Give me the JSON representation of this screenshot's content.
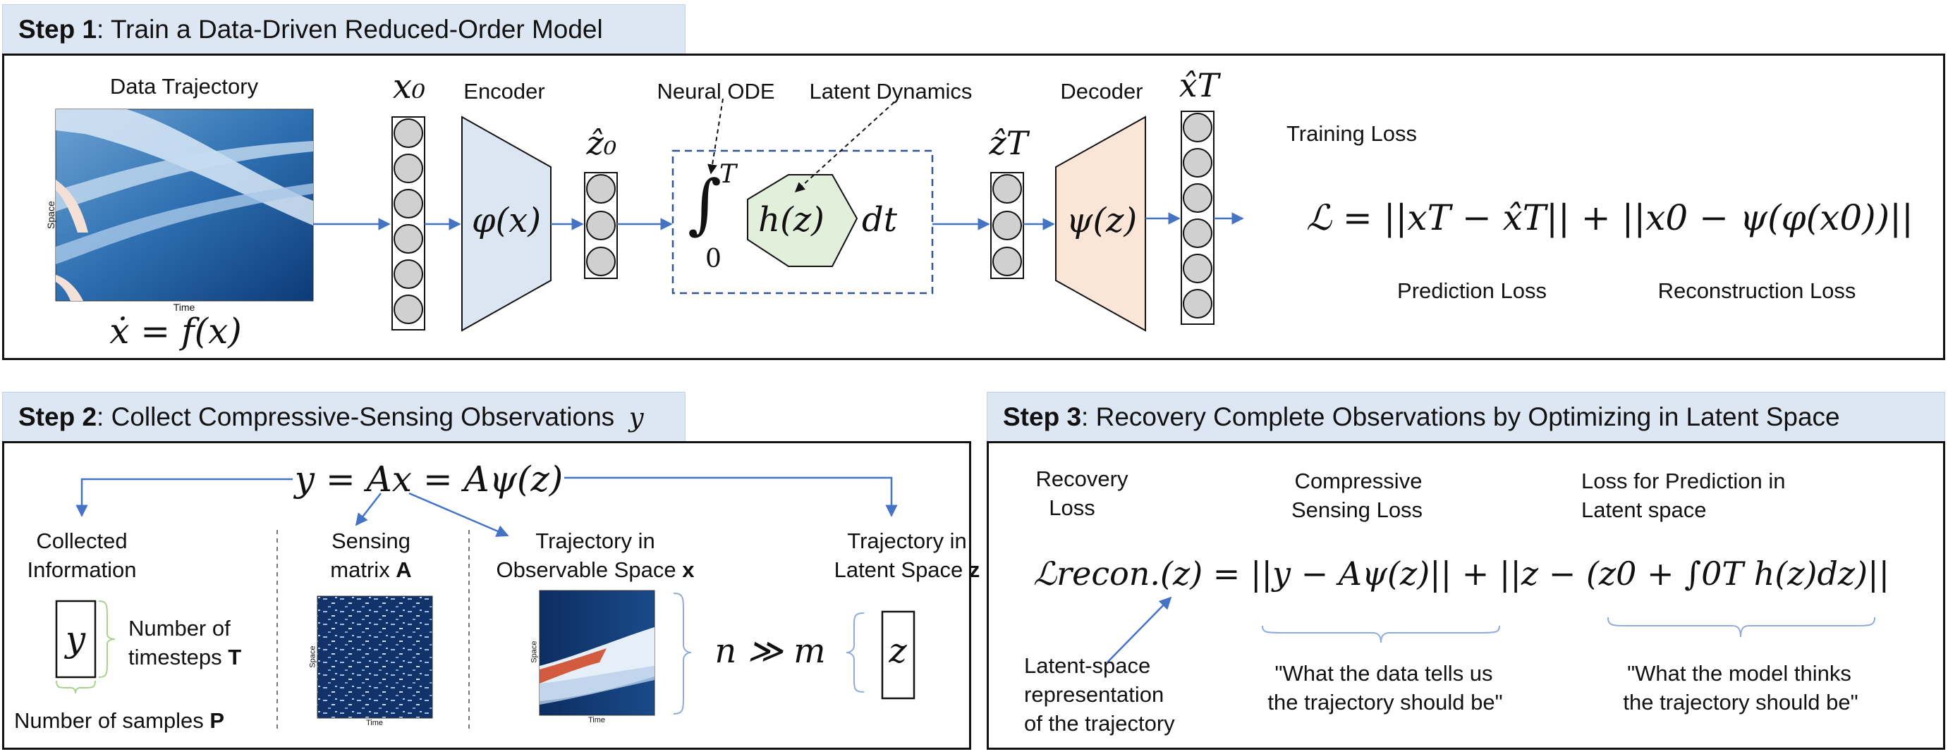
{
  "step1": {
    "header_bold": "Step 1",
    "header_rest": ": Train a Data-Driven Reduced-Order Model",
    "data_trajectory": "Data Trajectory",
    "axis_space": "Space",
    "axis_time": "Time",
    "ode_eq": "ẋ = f(x)",
    "x0": "x₀",
    "encoder": "Encoder",
    "phi": "φ(x)",
    "z0hat": "ẑ₀",
    "neural_ode": "Neural ODE",
    "latent_dynamics": "Latent Dynamics",
    "integral": "∫",
    "int_upper": "T",
    "int_lower": "0",
    "hz": "h(z)",
    "dt": "dt",
    "zThat": "ẑT",
    "decoder": "Decoder",
    "psi": "ψ(z)",
    "xThat": "x̂T",
    "training_loss": "Training Loss",
    "loss_eq": "ℒ = ||xT − x̂T|| + ||x0 − ψ(φ(x0))||",
    "prediction_loss": "Prediction Loss",
    "reconstruction_loss": "Reconstruction Loss"
  },
  "step2": {
    "header_bold": "Step 2",
    "header_rest": ": Collect Compressive-Sensing Observations",
    "header_var": "y",
    "equation": "y = Ax = Aψ(z)",
    "collected_1": "Collected",
    "collected_2": "Information",
    "y_box": "y",
    "timesteps_1": "Number of",
    "timesteps_2a": "timesteps ",
    "timesteps_2b": "T",
    "samples_a": "Number of samples ",
    "samples_b": "P",
    "sensing_1": "Sensing",
    "sensing_2a": "matrix ",
    "sensing_2b": "A",
    "traj_obs_1": "Trajectory in",
    "traj_obs_2a": "Observable Space ",
    "traj_obs_2b": "x",
    "n_gg_m": "n ≫ m",
    "z_box": "z",
    "traj_lat_1": "Trajectory in",
    "traj_lat_2a": "Latent Space ",
    "traj_lat_2b": "z",
    "axis_space": "Space",
    "axis_time": "Time"
  },
  "step3": {
    "header_bold": "Step 3",
    "header_rest": ": Recovery Complete Observations by Optimizing in Latent Space",
    "recovery_1": "Recovery",
    "recovery_2": "Loss",
    "cs_loss_1": "Compressive",
    "cs_loss_2": "Sensing Loss",
    "pred_loss_1": "Loss for Prediction in",
    "pred_loss_2": "Latent space",
    "loss_eq": "ℒrecon.(z) = ||y − Aψ(z)|| + ||z − (z0 + ∫0T h(z)dz)||",
    "latent_rep_1": "Latent-space",
    "latent_rep_2": "representation",
    "latent_rep_3": "of the trajectory",
    "data_tells_1": "\"What the data tells us",
    "data_tells_2": "the trajectory should be\"",
    "model_thinks_1": "\"What the model thinks",
    "model_thinks_2": "the trajectory should be\""
  },
  "colors": {
    "arrow": "#4472c4",
    "encoder_fill": "#dce6f2",
    "decoder_fill": "#fbe5d6",
    "latent_fill": "#e2efda",
    "dashed_box": "#2f5597",
    "header_bg": "#dde7f3",
    "bracket": "#8faadc",
    "bracket_green": "#a9d18e"
  }
}
